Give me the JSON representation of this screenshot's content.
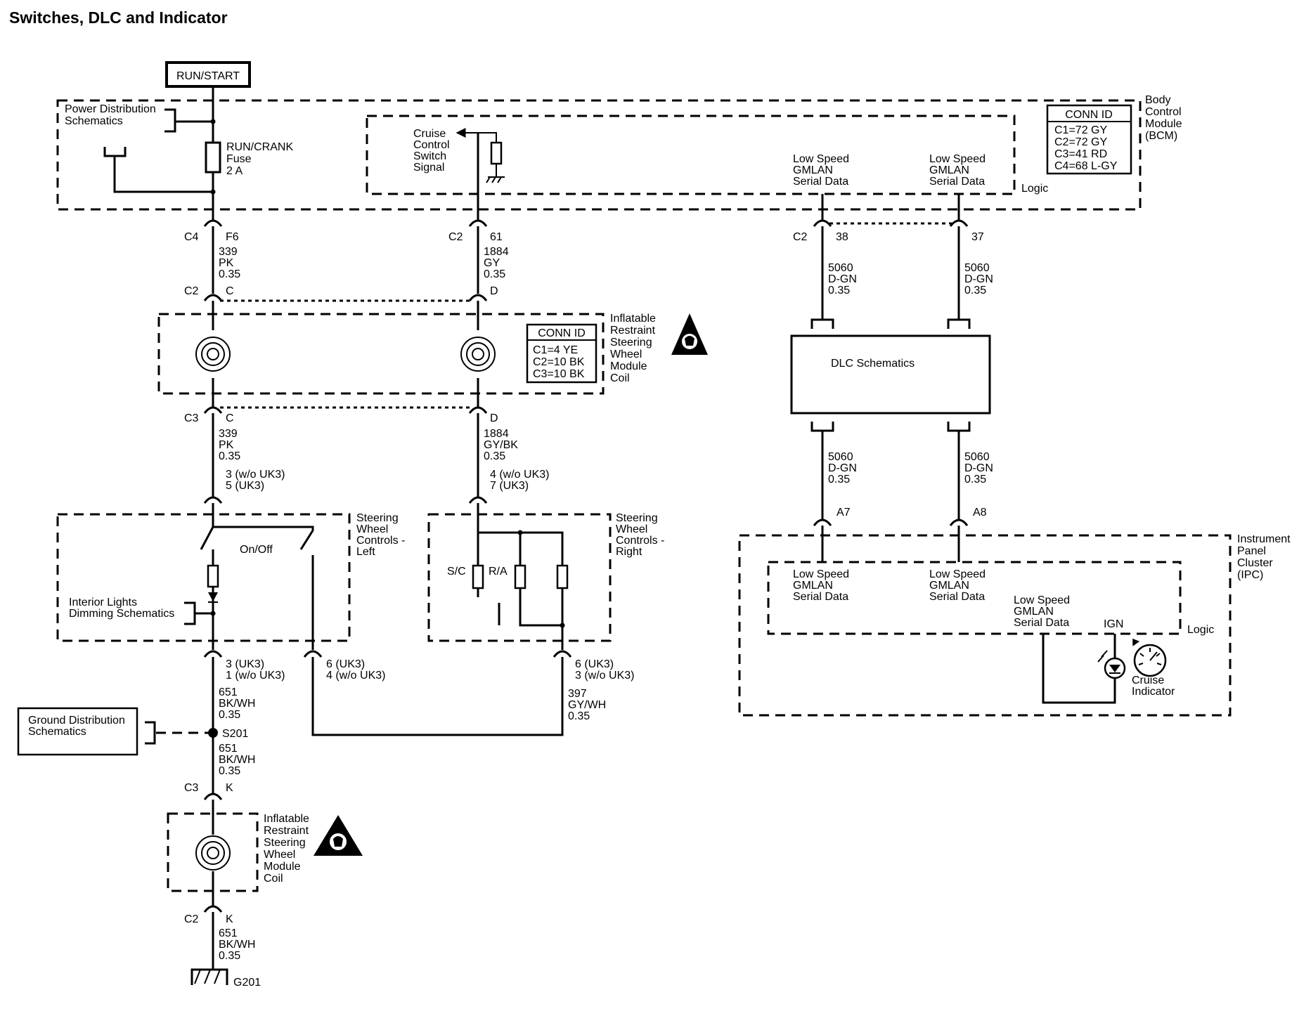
{
  "title": "Switches, DLC and Indicator",
  "power": {
    "run_start": "RUN/START"
  },
  "bcm": {
    "name": [
      "Body",
      "Control",
      "Module",
      "(BCM)"
    ],
    "conn_id_title": "CONN ID",
    "conn_ids": [
      "C1=72 GY",
      "C2=72 GY",
      "C3=41 RD",
      "C4=68 L-GY"
    ],
    "logic": "Logic",
    "power_dist": [
      "Power Distribution",
      "Schematics"
    ],
    "fuse": [
      "RUN/CRANK",
      "Fuse",
      "2 A"
    ],
    "cruise_signal": [
      "Cruise",
      "Control",
      "Switch",
      "Signal"
    ],
    "gmlan_1": [
      "Low Speed",
      "GMLAN",
      "Serial Data"
    ],
    "gmlan_2": [
      "Low Speed",
      "GMLAN",
      "Serial Data"
    ]
  },
  "connectors": {
    "c4": "C4",
    "f6": "F6",
    "c2_bcm": "C2",
    "p61": "61",
    "c2_dlc": "C2",
    "p38": "38",
    "p37": "37",
    "c2_coil": "C2",
    "c_coil": "C",
    "d_coil": "D",
    "c3_coil": "C3",
    "c_coil_b": "C",
    "d_coil_b": "D",
    "a7": "A7",
    "a8": "A8",
    "c3_lower": "C3",
    "k_lower": "K",
    "c2_lower": "C2",
    "k_lower_b": "K"
  },
  "wires": {
    "w339_a": [
      "339",
      "PK",
      "0.35"
    ],
    "w1884_a": [
      "1884",
      "GY",
      "0.35"
    ],
    "w5060_a": [
      "5060",
      "D-GN",
      "0.35"
    ],
    "w5060_b": [
      "5060",
      "D-GN",
      "0.35"
    ],
    "w339_b": [
      "339",
      "PK",
      "0.35"
    ],
    "w1884_b": [
      "1884",
      "GY/BK",
      "0.35"
    ],
    "w5060_c": [
      "5060",
      "D-GN",
      "0.35"
    ],
    "w5060_d": [
      "5060",
      "D-GN",
      "0.35"
    ],
    "w651_a": [
      "651",
      "BK/WH",
      "0.35"
    ],
    "w397": [
      "397",
      "GY/WH",
      "0.35"
    ],
    "w651_b": [
      "651",
      "BK/WH",
      "0.35"
    ],
    "w651_c": [
      "651",
      "BK/WH",
      "0.35"
    ]
  },
  "pins": {
    "left_in": [
      "3 (w/o UK3)",
      "5 (UK3)"
    ],
    "right_in": [
      "4 (w/o UK3)",
      "7 (UK3)"
    ],
    "left_out": [
      "3 (UK3)",
      "1 (w/o UK3)"
    ],
    "mid_out": [
      "6 (UK3)",
      "4 (w/o UK3)"
    ],
    "right_out": [
      "6 (UK3)",
      "3 (w/o UK3)"
    ]
  },
  "coil_upper": {
    "name": [
      "Inflatable",
      "Restraint",
      "Steering",
      "Wheel",
      "Module",
      "Coil"
    ],
    "conn_id_title": "CONN ID",
    "conn_ids": [
      "C1=4 YE",
      "C2=10 BK",
      "C3=10 BK"
    ]
  },
  "coil_lower": {
    "name": [
      "Inflatable",
      "Restraint",
      "Steering",
      "Wheel",
      "Module",
      "Coil"
    ]
  },
  "dlc": {
    "label": "DLC Schematics"
  },
  "swc_left": {
    "name": [
      "Steering",
      "Wheel",
      "Controls -",
      "Left"
    ],
    "onoff": "On/Off",
    "dimming": [
      "Interior Lights",
      "Dimming Schematics"
    ]
  },
  "swc_right": {
    "name": [
      "Steering",
      "Wheel",
      "Controls -",
      "Right"
    ],
    "sc": "S/C",
    "ra": "R/A"
  },
  "ipc": {
    "name": [
      "Instrument",
      "Panel",
      "Cluster",
      "(IPC)"
    ],
    "logic": "Logic",
    "gmlan_1": [
      "Low Speed",
      "GMLAN",
      "Serial Data"
    ],
    "gmlan_2": [
      "Low Speed",
      "GMLAN",
      "Serial Data"
    ],
    "gmlan_3": [
      "Low Speed",
      "GMLAN",
      "Serial Data"
    ],
    "ign": "IGN",
    "cruise_indicator": [
      "Cruise",
      "Indicator"
    ]
  },
  "ground": {
    "dist": [
      "Ground Distribution",
      "Schematics"
    ],
    "splice": "S201",
    "g201": "G201"
  }
}
